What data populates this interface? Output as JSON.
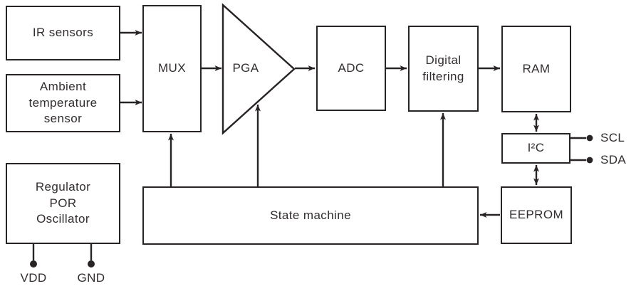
{
  "colors": {
    "ink": "#282325",
    "text": "#322d2f",
    "background": "#ffffff"
  },
  "nodes": {
    "ir_sensors": {
      "label": "IR sensors"
    },
    "ambient_temperature_sensor": {
      "label": "Ambient\ntemperature\nsensor"
    },
    "mux": {
      "label": "MUX"
    },
    "pga": {
      "label": "PGA"
    },
    "adc": {
      "label": "ADC"
    },
    "digital_filtering": {
      "label": "Digital\nfiltering"
    },
    "ram": {
      "label": "RAM"
    },
    "i2c": {
      "label": "I²C"
    },
    "eeprom": {
      "label": "EEPROM"
    },
    "state_machine": {
      "label": "State machine"
    },
    "regulator_por_oscillator": {
      "label": "Regulator\nPOR\nOscillator"
    }
  },
  "pins": {
    "scl": {
      "label": "SCL"
    },
    "sda": {
      "label": "SDA"
    },
    "vdd": {
      "label": "VDD"
    },
    "gnd": {
      "label": "GND"
    }
  }
}
